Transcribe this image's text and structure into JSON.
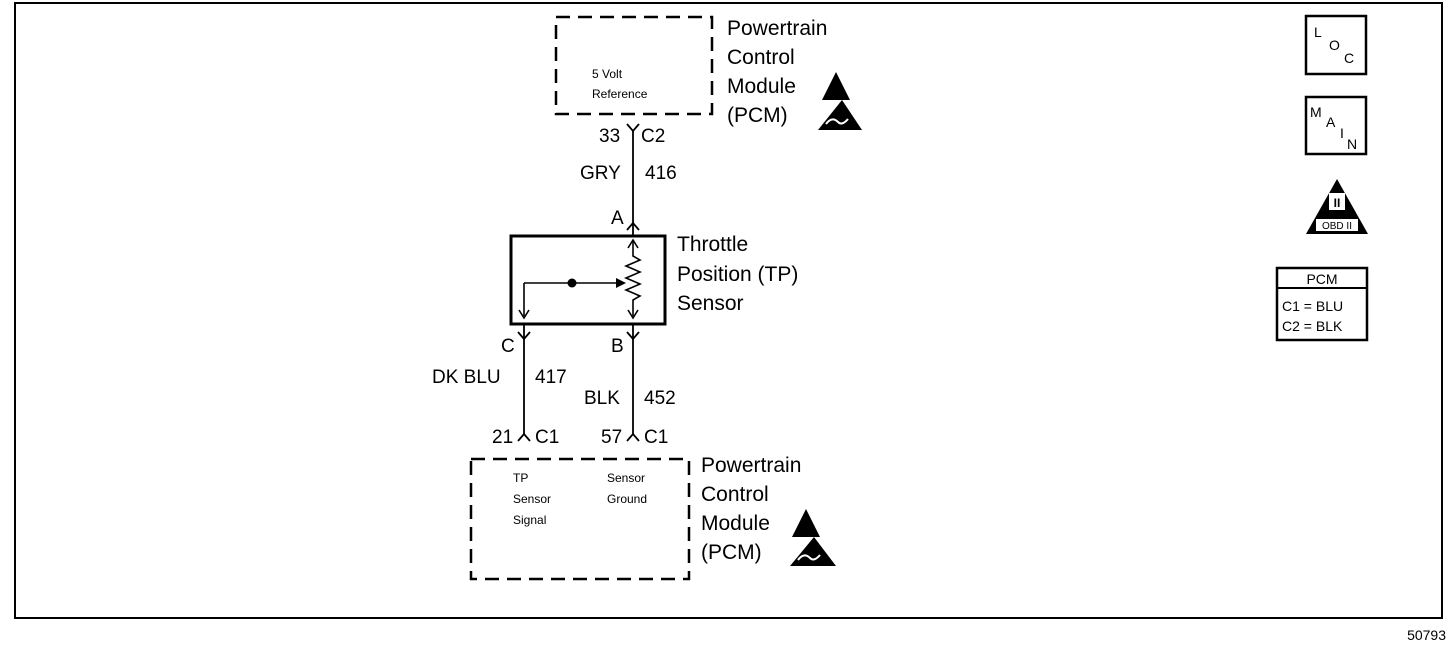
{
  "pcm_top": {
    "title_lines": [
      "Powertrain",
      "Control",
      "Module",
      "(PCM)"
    ],
    "function_lines": [
      "5 Volt",
      "Reference"
    ]
  },
  "connector_top": {
    "pin": "33",
    "connector": "C2"
  },
  "wire_gry": {
    "color": "GRY",
    "circuit": "416"
  },
  "tp_sensor": {
    "pin_a": "A",
    "pin_b": "B",
    "pin_c": "C",
    "title_lines": [
      "Throttle",
      "Position (TP)",
      "Sensor"
    ]
  },
  "wire_dkblu": {
    "color": "DK BLU",
    "circuit": "417"
  },
  "wire_blk": {
    "color": "BLK",
    "circuit": "452"
  },
  "connector_bottom_left": {
    "pin": "21",
    "connector": "C1"
  },
  "connector_bottom_right": {
    "pin": "57",
    "connector": "C1"
  },
  "pcm_bottom": {
    "title_lines": [
      "Powertrain",
      "Control",
      "Module",
      "(PCM)"
    ],
    "signal_lines": [
      "TP",
      "Sensor",
      "Signal"
    ],
    "ground_lines": [
      "Sensor",
      "Ground"
    ]
  },
  "legend": {
    "loc_letters": [
      "L",
      "O",
      "C"
    ],
    "main_letters": [
      "M",
      "A",
      "I",
      "N"
    ],
    "obd_label": "OBD II",
    "obd_numeral": "II",
    "pcm_table": {
      "header": "PCM",
      "rows": [
        "C1 = BLU",
        "C2 = BLK"
      ]
    }
  },
  "figure_number": "50793"
}
